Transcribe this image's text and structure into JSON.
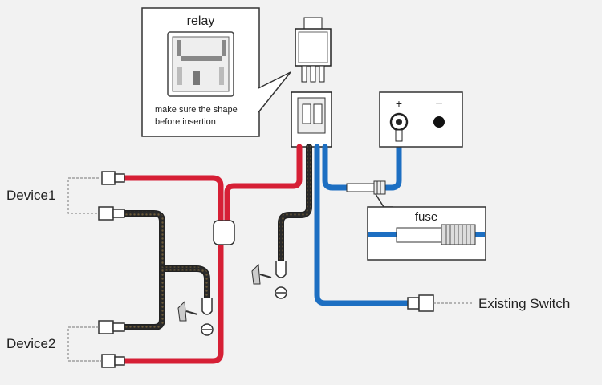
{
  "relay_box": {
    "title": "relay",
    "note_line1": "make sure the shape",
    "note_line2": "before insertion"
  },
  "fuse_box": {
    "title": "fuse"
  },
  "battery": {
    "positive": "+",
    "negative": "−"
  },
  "labels": {
    "device1": "Device1",
    "device2": "Device2",
    "existing_switch": "Existing Switch"
  },
  "colors": {
    "background": "#f2f2f2",
    "wire_red": "#d61f35",
    "wire_black": "#222222",
    "wire_blue": "#1d6fc2",
    "outline": "#333333"
  }
}
